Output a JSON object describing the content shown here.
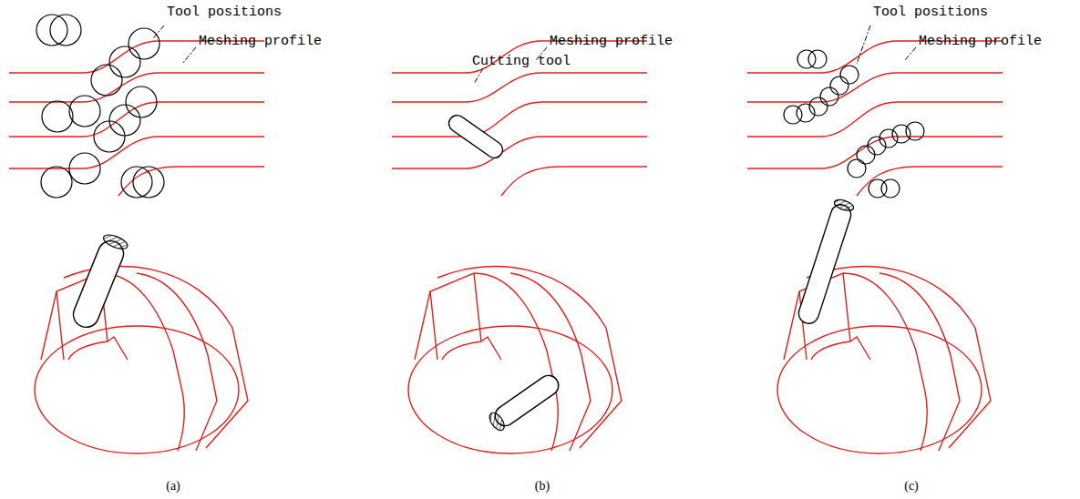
{
  "diagram": {
    "labels": [
      "Tool positions",
      "Meshing profile",
      "(a)",
      "Meshing profile",
      "Cutting tool",
      "(b)",
      "Tool positions",
      "Meshing profile",
      "(c)"
    ]
  }
}
